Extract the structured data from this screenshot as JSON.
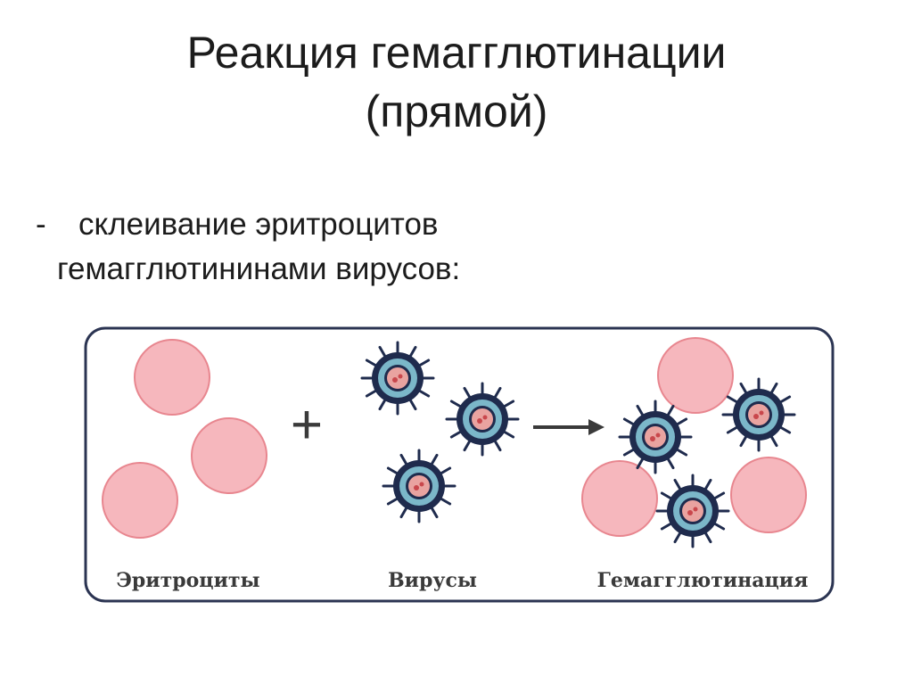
{
  "slide": {
    "title_line1": "Реакция гемагглютинации",
    "title_line2": "(прямой)",
    "bullet_dash": "-",
    "bullet_line1": "склеивание эритроцитов",
    "bullet_line2": "гемагглютининами вирусов:"
  },
  "diagram": {
    "plus_symbol": "+",
    "label_erythrocytes": "Эритроциты",
    "label_viruses": "Вирусы",
    "label_hemagglutination": "Гемагглютинация"
  },
  "colors": {
    "erythrocyte_fill": "#f6b7bd",
    "erythrocyte_stroke": "#e8868f",
    "virus_outer": "#1f2b4d",
    "virus_ring": "#7bb7c9",
    "virus_core": "#e9a3a0",
    "frame": "#2b3452"
  }
}
